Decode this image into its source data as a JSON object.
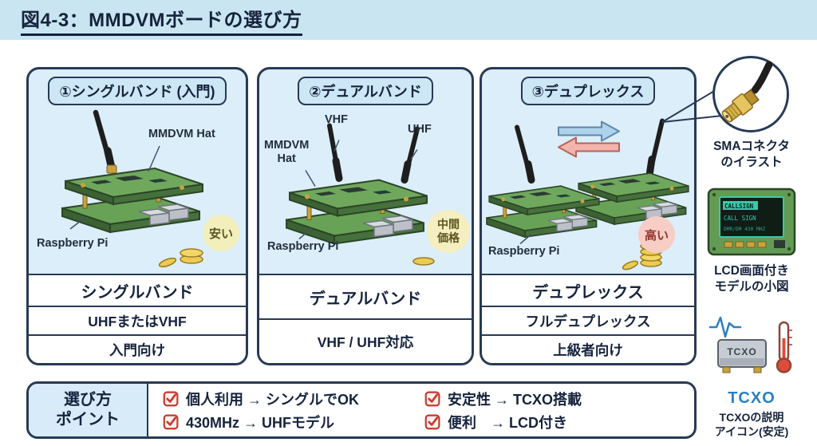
{
  "colors": {
    "header_bg": "#c9e5f2",
    "ink": "#16233d",
    "card_bg": "#dceefa",
    "card_title_bg": "#cde7f6",
    "panel_left_bg": "#d8ebf8",
    "badge_cheap_bg": "#f2efbd",
    "badge_mid_bg": "#f5eec0",
    "badge_high_bg": "#f7cdc6",
    "check_red": "#c6392b",
    "tcxo_blue": "#2b7fc4",
    "lcd_teal": "#37c9ab",
    "board_green": "#68a257",
    "coin_gold": "#eccb52"
  },
  "header": {
    "title": "図4-3：MMDVMボードの選び方"
  },
  "cards": [
    {
      "title": "①シングルバンド (入門)",
      "label_hat": "MMDVM Hat",
      "label_pi": "Raspberry Pi",
      "badge": "安い",
      "rows": [
        "シングルバンド",
        "UHFまたはVHF",
        "入門向け"
      ]
    },
    {
      "title": "②デュアルバンド",
      "label_vhf": "VHF",
      "label_uhf": "UHF",
      "label_hat_line1": "MMDVM",
      "label_hat_line2": "Hat",
      "label_pi": "Raspberry Pi",
      "badge_line1": "中間",
      "badge_line2": "価格",
      "rows": [
        "デュアルバンド",
        "VHF / UHF対応"
      ]
    },
    {
      "title": "③デュプレックス",
      "label_pi": "Raspberry Pi",
      "badge": "高い",
      "rows": [
        "デュプレックス",
        "フルデュプレックス",
        "上級者向け"
      ]
    }
  ],
  "sidebar": {
    "sma_caption_1": "SMAコネクタ",
    "sma_caption_2": "のイラスト",
    "lcd_line1": "CALLSIGN",
    "lcd_line2": "CALL SIGN",
    "lcd_line3": "DMR/DM 430 MHZ",
    "lcd_caption_1": "LCD画面付き",
    "lcd_caption_2": "モデルの小図",
    "tcxo_chip": "TCXO",
    "tcxo_title": "TCXO",
    "tcxo_caption_1": "TCXOの説明",
    "tcxo_caption_2": "アイコン(安定)"
  },
  "points": {
    "title_1": "選び方",
    "title_2": "ポイント",
    "items": [
      "個人利用 → シングルでOK",
      "430MHz → UHFモデル",
      "安定性 → TCXO搭載",
      "便利　→ LCD付き"
    ]
  }
}
